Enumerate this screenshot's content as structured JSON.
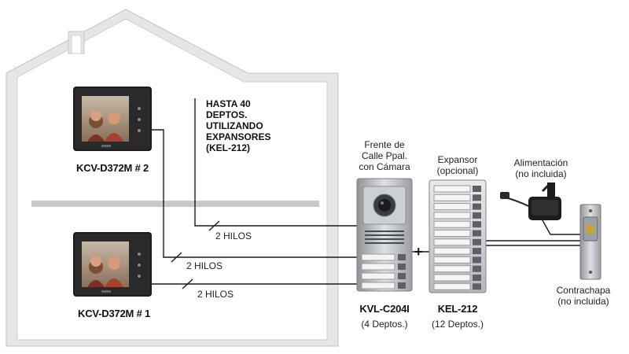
{
  "monitors": [
    {
      "model": "KCV-D372M # 2"
    },
    {
      "model": "KCV-D372M # 1"
    }
  ],
  "note_lines": [
    "HASTA 40",
    "DEPTOS.",
    "UTILIZANDO",
    "EXPANSORES",
    "(KEL-212)"
  ],
  "wire_label": "2 HILOS",
  "panel": {
    "caption_lines": [
      "Frente de",
      "Calle Ppal.",
      "con Cámara"
    ],
    "model": "KVL-C204I",
    "capacity": "(4 Deptos.)"
  },
  "plus_sign": "+",
  "expander": {
    "caption_lines": [
      "Expansor",
      "(opcional)"
    ],
    "model": "KEL-212",
    "capacity": "(12 Deptos.)"
  },
  "power": {
    "caption_lines": [
      "Alimentación",
      "(no incluida)"
    ]
  },
  "strike": {
    "caption_lines": [
      "Contrachapa",
      "(no incluida)"
    ]
  },
  "colors": {
    "house_fill": "#e6e6e6",
    "house_edge": "#bdbdbd",
    "floor_slab": "#c8c8c8",
    "wire": "#1a1a1a"
  }
}
